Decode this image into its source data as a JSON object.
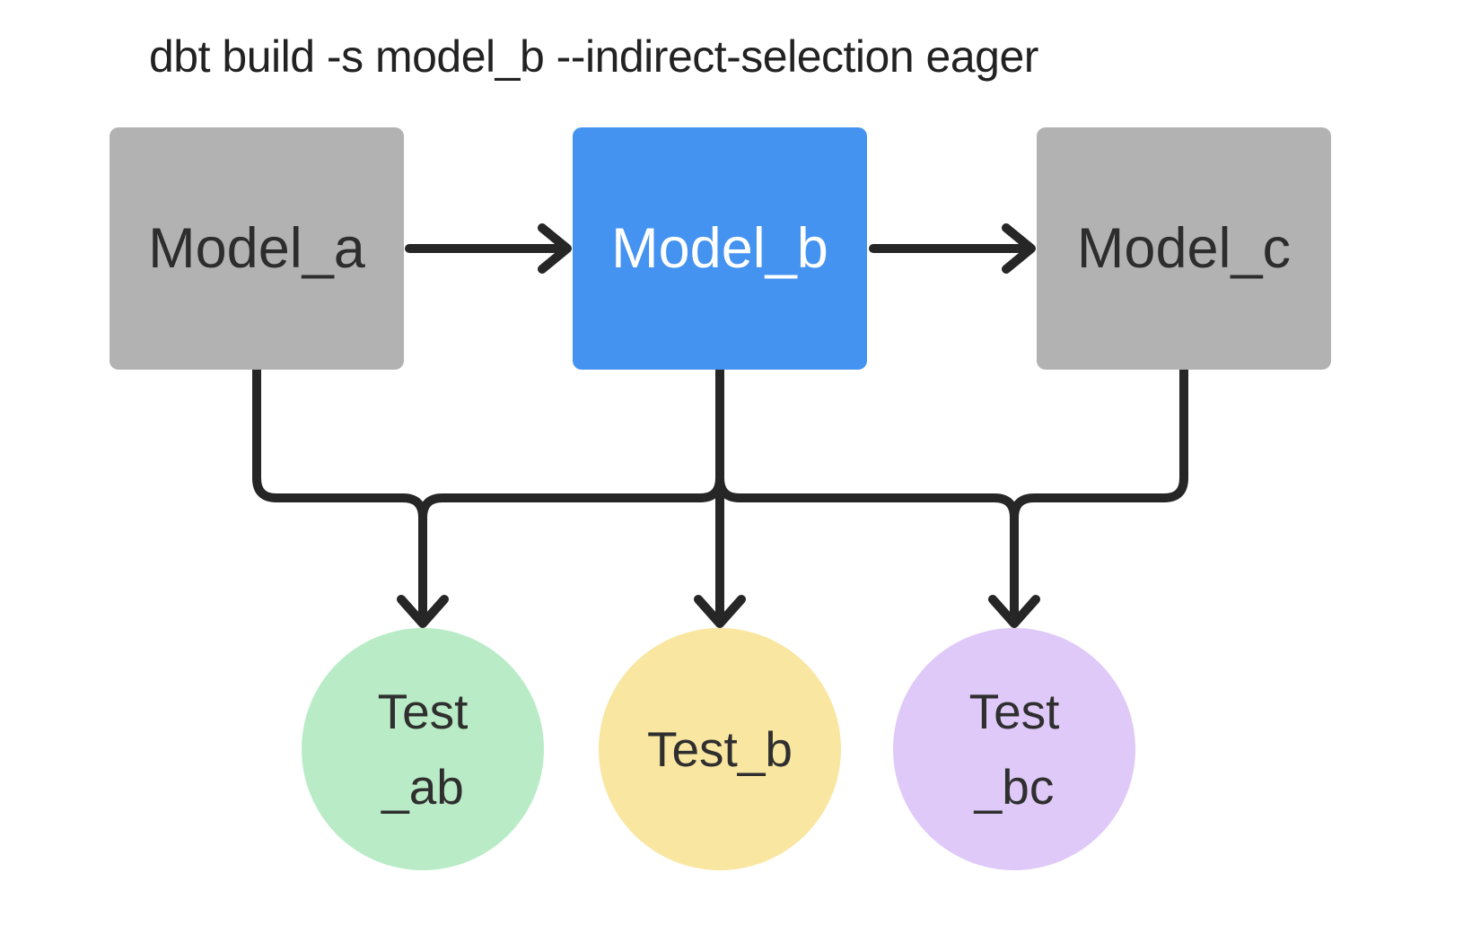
{
  "title": "dbt build -s model_b --indirect-selection eager",
  "diagram": {
    "line_color": "#262626",
    "models": [
      {
        "id": "model_a",
        "label": "Model_a",
        "fill": "#b2b2b2",
        "text_color": "#2d2d2d",
        "selected": false
      },
      {
        "id": "model_b",
        "label": "Model_b",
        "fill": "#4493f0",
        "text_color": "#ffffff",
        "selected": true
      },
      {
        "id": "model_c",
        "label": "Model_c",
        "fill": "#b2b2b2",
        "text_color": "#2d2d2d",
        "selected": false
      }
    ],
    "tests": [
      {
        "id": "test_ab",
        "lines": [
          "Test",
          "_ab"
        ],
        "fill": "#b9ecc6",
        "text_color": "#2f2f2f"
      },
      {
        "id": "test_b",
        "lines": [
          "Test_b"
        ],
        "fill": "#f9e6a1",
        "text_color": "#2f2f2f"
      },
      {
        "id": "test_bc",
        "lines": [
          "Test",
          "_bc"
        ],
        "fill": "#dfc9f8",
        "text_color": "#2f2f2f"
      }
    ],
    "edges": [
      {
        "from": "model_a",
        "to": "model_b",
        "type": "arrow"
      },
      {
        "from": "model_b",
        "to": "model_c",
        "type": "arrow"
      },
      {
        "from": "model_a",
        "to": "test_ab",
        "type": "arrow"
      },
      {
        "from": "model_b",
        "to": "test_ab",
        "type": "arrow"
      },
      {
        "from": "model_b",
        "to": "test_b",
        "type": "arrow"
      },
      {
        "from": "model_b",
        "to": "test_bc",
        "type": "arrow"
      },
      {
        "from": "model_c",
        "to": "test_bc",
        "type": "arrow"
      }
    ]
  }
}
